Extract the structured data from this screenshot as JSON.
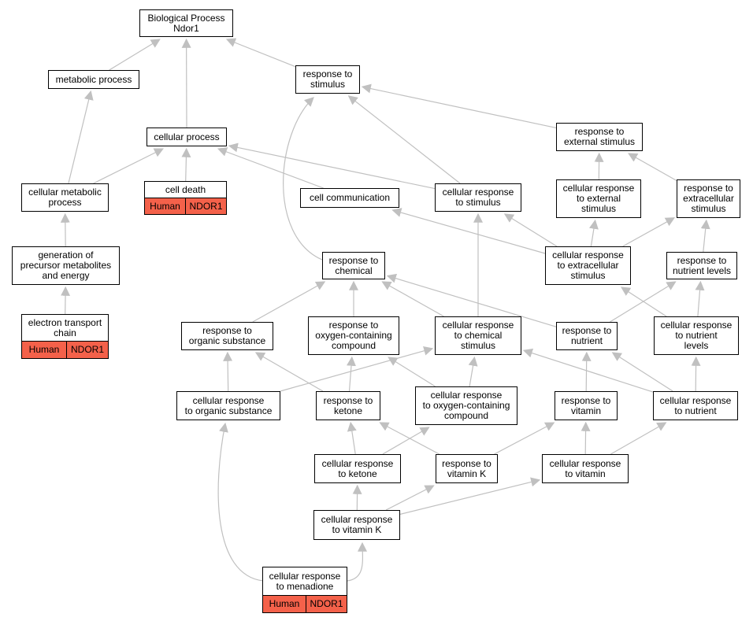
{
  "nodes": {
    "bp": {
      "label": "Biological Process\nNdor1"
    },
    "metabolic": {
      "label": "metabolic process"
    },
    "stimulus": {
      "label": "response to\nstimulus"
    },
    "cellproc": {
      "label": "cellular process"
    },
    "external": {
      "label": "response to\nexternal stimulus"
    },
    "cellmetab": {
      "label": "cellular metabolic\nprocess"
    },
    "celldeath": {
      "label": "cell death"
    },
    "cellcomm": {
      "label": "cell communication"
    },
    "crstim": {
      "label": "cellular response\nto stimulus"
    },
    "crext": {
      "label": "cellular response\nto external\nstimulus"
    },
    "extracell": {
      "label": "response to\nextracellular\nstimulus"
    },
    "genprec": {
      "label": "generation of\nprecursor metabolites\nand energy"
    },
    "chemical": {
      "label": "response to\nchemical"
    },
    "crextra": {
      "label": "cellular response\nto extracellular\nstimulus"
    },
    "nutlevels": {
      "label": "response to\nnutrient levels"
    },
    "etc": {
      "label": "electron transport\nchain"
    },
    "organic": {
      "label": "response to\norganic substance"
    },
    "oxygen": {
      "label": "response to\noxygen-containing\ncompound"
    },
    "crchem": {
      "label": "cellular response\nto chemical\nstimulus"
    },
    "nutrient": {
      "label": "response to\nnutrient"
    },
    "crnutlev": {
      "label": "cellular response\nto nutrient\nlevels"
    },
    "crorganic": {
      "label": "cellular response\nto organic substance"
    },
    "ketone": {
      "label": "response to\nketone"
    },
    "croxygen": {
      "label": "cellular response\nto oxygen-containing\ncompound"
    },
    "vitamin": {
      "label": "response to\nvitamin"
    },
    "crnutrient": {
      "label": "cellular response\nto nutrient"
    },
    "crketone": {
      "label": "cellular response\nto ketone"
    },
    "vitk": {
      "label": "response to\nvitamin K"
    },
    "crvitamin": {
      "label": "cellular response\nto vitamin"
    },
    "crvitk": {
      "label": "cellular response\nto vitamin K"
    },
    "menadione": {
      "label": "cellular response\nto menadione"
    }
  },
  "annotations": {
    "celldeath": {
      "species": "Human",
      "gene": "NDOR1"
    },
    "etc": {
      "species": "Human",
      "gene": "NDOR1"
    },
    "menadione": {
      "species": "Human",
      "gene": "NDOR1"
    }
  },
  "edges": [
    [
      "metabolic",
      "bp"
    ],
    [
      "stimulus",
      "bp"
    ],
    [
      "cellproc",
      "bp"
    ],
    [
      "cellmetab",
      "metabolic"
    ],
    [
      "cellmetab",
      "cellproc"
    ],
    [
      "celldeath",
      "cellproc"
    ],
    [
      "cellcomm",
      "cellproc"
    ],
    [
      "crstim",
      "cellproc"
    ],
    [
      "crstim",
      "stimulus"
    ],
    [
      "external",
      "stimulus"
    ],
    [
      "chemical",
      "stimulus"
    ],
    [
      "crext",
      "external"
    ],
    [
      "extracell",
      "external"
    ],
    [
      "crextra",
      "cellcomm"
    ],
    [
      "crextra",
      "crstim"
    ],
    [
      "crextra",
      "crext"
    ],
    [
      "crextra",
      "extracell"
    ],
    [
      "genprec",
      "cellmetab"
    ],
    [
      "etc",
      "genprec"
    ],
    [
      "nutlevels",
      "extracell"
    ],
    [
      "organic",
      "chemical"
    ],
    [
      "oxygen",
      "chemical"
    ],
    [
      "crchem",
      "chemical"
    ],
    [
      "nutrient",
      "chemical"
    ],
    [
      "crchem",
      "crstim"
    ],
    [
      "nutrient",
      "nutlevels"
    ],
    [
      "crnutlev",
      "nutlevels"
    ],
    [
      "crnutlev",
      "crextra"
    ],
    [
      "crorganic",
      "organic"
    ],
    [
      "crorganic",
      "crchem"
    ],
    [
      "ketone",
      "organic"
    ],
    [
      "ketone",
      "oxygen"
    ],
    [
      "croxygen",
      "oxygen"
    ],
    [
      "croxygen",
      "crchem"
    ],
    [
      "vitamin",
      "nutrient"
    ],
    [
      "crnutrient",
      "nutrient"
    ],
    [
      "crnutrient",
      "crnutlev"
    ],
    [
      "crnutrient",
      "crchem"
    ],
    [
      "crketone",
      "ketone"
    ],
    [
      "crketone",
      "croxygen"
    ],
    [
      "vitk",
      "ketone"
    ],
    [
      "vitk",
      "vitamin"
    ],
    [
      "crvitamin",
      "vitamin"
    ],
    [
      "crvitamin",
      "crnutrient"
    ],
    [
      "crvitk",
      "crketone"
    ],
    [
      "crvitk",
      "vitk"
    ],
    [
      "crvitk",
      "crvitamin"
    ],
    [
      "menadione",
      "crorganic"
    ],
    [
      "menadione",
      "crvitk"
    ]
  ],
  "colors": {
    "annotation": "#f4614a",
    "edge": "#c0c0c0",
    "border": "#000000"
  }
}
